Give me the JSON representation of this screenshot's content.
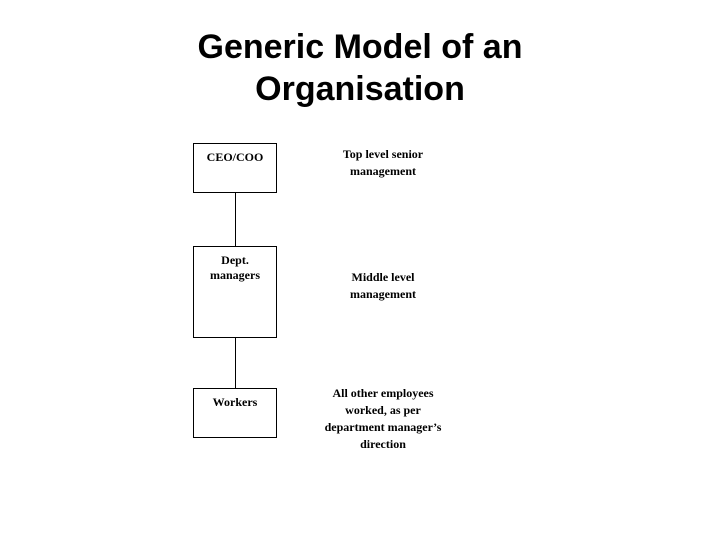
{
  "slide": {
    "title": "Generic Model of an\nOrganisation",
    "background_color": "#ffffff",
    "text_color": "#000000",
    "border_color": "#000000"
  },
  "org_chart": {
    "nodes": [
      {
        "id": "ceo",
        "box_label": "CEO/COO",
        "description": "Top level senior\nmanagement"
      },
      {
        "id": "dept",
        "box_label": "Dept.\nmanagers",
        "description": "Middle level\nmanagement"
      },
      {
        "id": "workers",
        "box_label": "Workers",
        "description": "All other employees\nworked, as per\ndepartment manager’s\ndirection"
      }
    ],
    "connectors": [
      {
        "from": "ceo",
        "to": "dept"
      },
      {
        "from": "dept",
        "to": "workers"
      }
    ]
  }
}
